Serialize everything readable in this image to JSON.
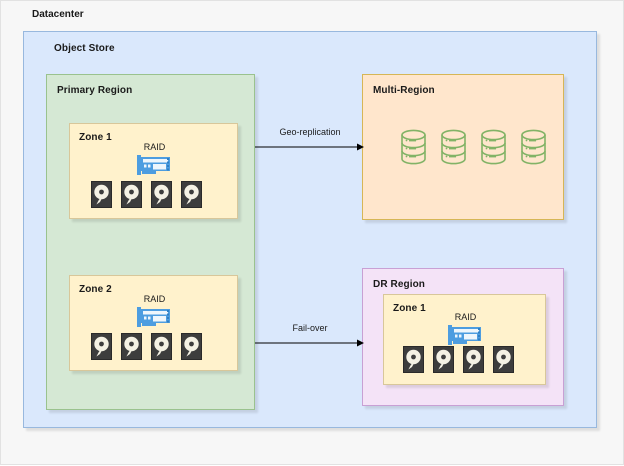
{
  "diagram": {
    "title": "Datacenter",
    "type": "architecture-diagram"
  },
  "object_store": {
    "title": "Object Store",
    "fill": "#dae8fc",
    "stroke": "#98b8de"
  },
  "primary_region": {
    "title": "Primary Region",
    "fill": "#d5e8d4",
    "stroke": "#9ac28e",
    "zones": [
      {
        "title": "Zone 1",
        "raid_label": "RAID",
        "raid_icon": "raid-controller-card-icon",
        "disk_icon": "hard-disk-icon",
        "disk_count": 4
      },
      {
        "title": "Zone 2",
        "raid_label": "RAID",
        "raid_icon": "raid-controller-card-icon",
        "disk_icon": "hard-disk-icon",
        "disk_count": 4
      }
    ]
  },
  "multi_region": {
    "title": "Multi-Region",
    "fill": "#ffe6cc",
    "stroke": "#d6b656",
    "database_icon": "database-cylinder-icon",
    "database_count": 4,
    "database_color": "#82b366"
  },
  "dr_region": {
    "title": "DR Region",
    "fill": "#f4e3f7",
    "stroke": "#c8a0d4",
    "zones": [
      {
        "title": "Zone 1",
        "raid_label": "RAID",
        "raid_icon": "raid-controller-card-icon",
        "disk_icon": "hard-disk-icon",
        "disk_count": 4
      }
    ]
  },
  "connections": [
    {
      "label": "Geo-replication",
      "from": "primary-region",
      "to": "multi-region",
      "arrow_color": "#000000"
    },
    {
      "label": "Fail-over",
      "from": "primary-region",
      "to": "dr-region",
      "arrow_color": "#000000"
    }
  ],
  "zone_style": {
    "fill": "#fff2cc",
    "stroke": "#d8c79a"
  },
  "icon_colors": {
    "raid_card": "#4d9de0",
    "raid_card_dark": "#2f7fc4",
    "hdd_body": "#3d3d3d",
    "hdd_platter": "#f4f1e4",
    "database": "#82b366"
  }
}
